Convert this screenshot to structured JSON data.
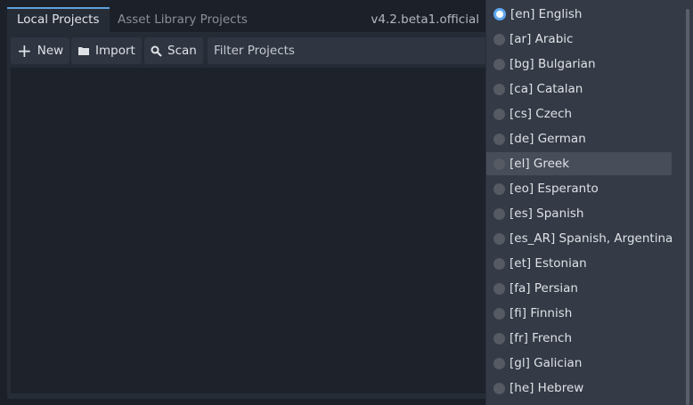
{
  "tabs": {
    "local": "Local Projects",
    "asset": "Asset Library Projects"
  },
  "version": "v4.2.beta1.official",
  "toolbar": {
    "new": "New",
    "import": "Import",
    "scan": "Scan",
    "filter_placeholder": "Filter Projects"
  },
  "language_menu": {
    "selected": "[en] English",
    "hovered": "[el] Greek",
    "items": [
      "[en] English",
      "[ar] Arabic",
      "[bg] Bulgarian",
      "[ca] Catalan",
      "[cs] Czech",
      "[de] German",
      "[el] Greek",
      "[eo] Esperanto",
      "[es] Spanish",
      "[es_AR] Spanish, Argentina",
      "[et] Estonian",
      "[fa] Persian",
      "[fi] Finnish",
      "[fr] French",
      "[gl] Galician",
      "[he] Hebrew"
    ]
  },
  "colors": {
    "accent": "#5fa0db",
    "background": "#1c2028",
    "menu": "#343a46"
  }
}
